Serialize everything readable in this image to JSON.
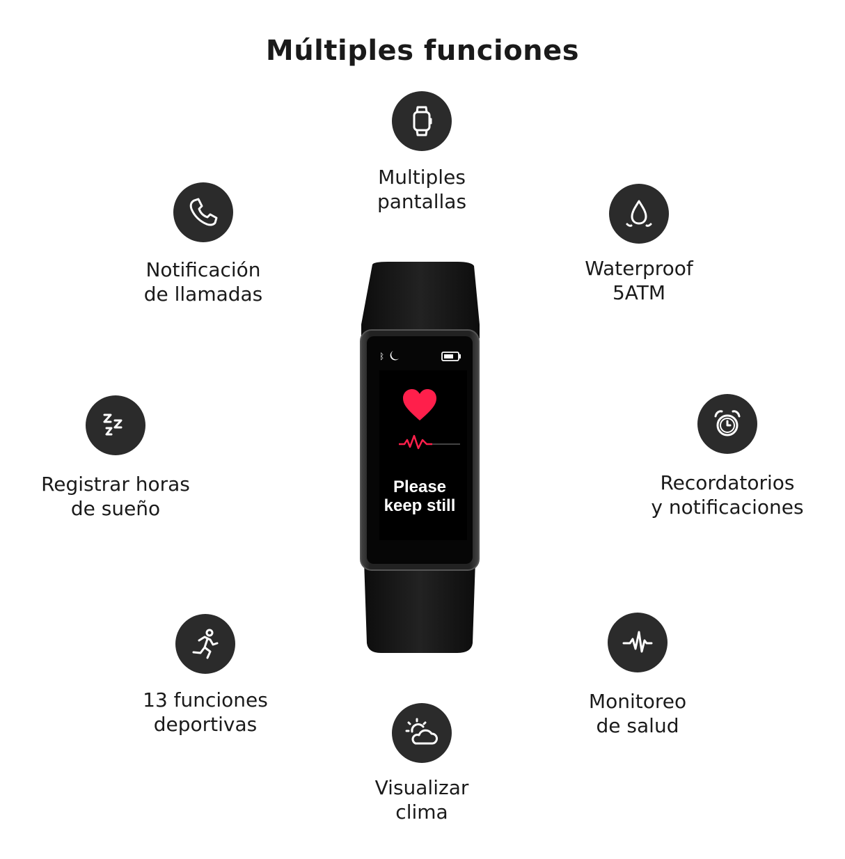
{
  "title": "Múltiples funciones",
  "features": {
    "multiples_pantallas": {
      "line1": "Multiples",
      "line2": "pantallas",
      "icon": "smartwatch-icon"
    },
    "notificacion_llamadas": {
      "line1": "Notificación",
      "line2": "de llamadas",
      "icon": "phone-icon"
    },
    "waterproof": {
      "line1": "Waterproof",
      "line2": "5ATM",
      "icon": "water-drop-icon"
    },
    "sueno": {
      "line1": "Registrar horas",
      "line2": "de sueño",
      "icon": "sleep-zzz-icon"
    },
    "recordatorios": {
      "line1": "Recordatorios",
      "line2": "y notificaciones",
      "icon": "alarm-clock-icon"
    },
    "deportivas": {
      "line1": "13 funciones",
      "line2": "deportivas",
      "icon": "running-person-icon"
    },
    "salud": {
      "line1": "Monitoreo",
      "line2": "de salud",
      "icon": "heartbeat-icon"
    },
    "clima": {
      "line1": "Visualizar",
      "line2": "clima",
      "icon": "weather-icon"
    }
  },
  "watch": {
    "screen_line1": "Please",
    "screen_line2": "keep still",
    "heart_color": "#ff1f4b",
    "band_color": "#151515"
  },
  "colors": {
    "icon_bg": "#2b2b2b",
    "icon_fg": "#ffffff",
    "text": "#1a1a1a"
  }
}
